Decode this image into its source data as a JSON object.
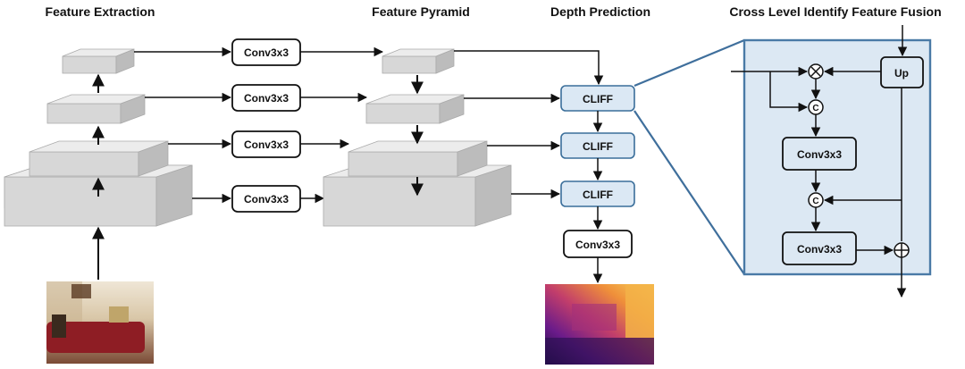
{
  "titles": {
    "feature_extraction": "Feature Extraction",
    "feature_pyramid": "Feature Pyramid",
    "depth_prediction": "Depth Prediction",
    "cliff_fusion": "Cross Level Identify Feature Fusion"
  },
  "lateral_convs": [
    "Conv3x3",
    "Conv3x3",
    "Conv3x3",
    "Conv3x3"
  ],
  "cliff_blocks": [
    "CLIFF",
    "CLIFF",
    "CLIFF"
  ],
  "output_conv": "Conv3x3",
  "detail": {
    "up": "Up",
    "conv_top": "Conv3x3",
    "conv_bottom": "Conv3x3",
    "concat_symbol": "C"
  },
  "colors": {
    "slab_top": "#e9e9e9",
    "slab_front": "#d4d4d4",
    "slab_side": "#b8b8b8",
    "cliff_fill": "#dbe8f4",
    "cliff_stroke": "#3a6e9a",
    "detail_fill": "#dce8f3",
    "detail_stroke": "#4a7aa6",
    "arrow": "#111111"
  }
}
